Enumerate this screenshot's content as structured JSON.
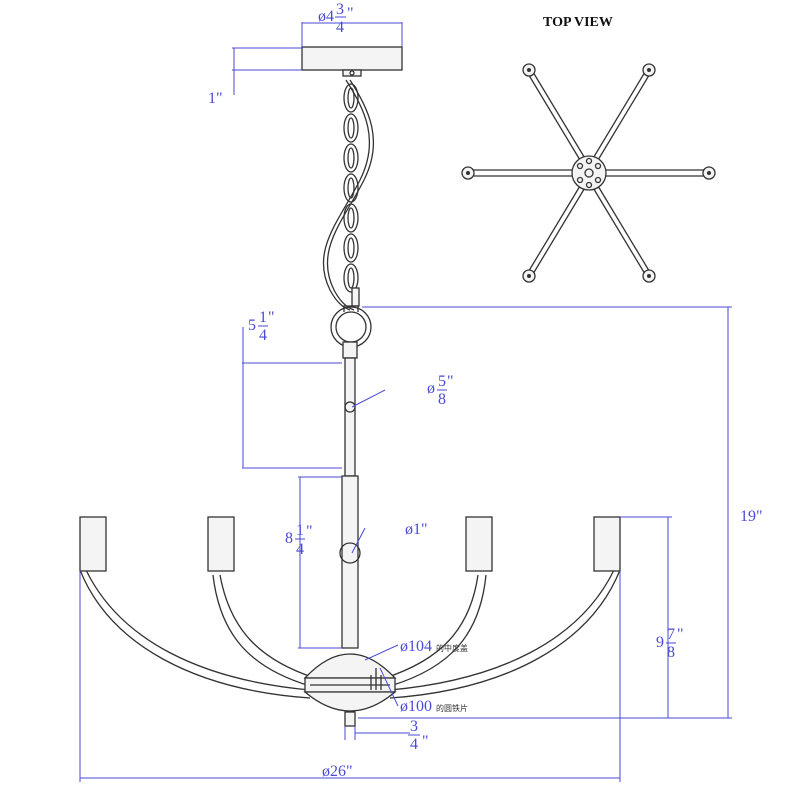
{
  "title": "TOP VIEW",
  "dimensions": {
    "canopy_diameter": {
      "whole": "ø4",
      "num": "3",
      "den": "4",
      "unit": "\""
    },
    "canopy_height": "1\"",
    "chain_rod_length": {
      "whole": "5",
      "num": "1",
      "den": "4",
      "unit": "\""
    },
    "rod_diameter": {
      "whole": "ø",
      "num": "5",
      "den": "8",
      "unit": "\""
    },
    "body_diameter": "ø1\"",
    "lower_rod_length": {
      "whole": "8",
      "num": "1",
      "den": "4",
      "unit": "\""
    },
    "total_height": "19\"",
    "arm_height": {
      "whole": "9",
      "num": "7",
      "den": "8",
      "unit": "\""
    },
    "hub_cap_note": {
      "size": "ø104",
      "text": "的中度盖"
    },
    "hub_plate_note": {
      "size": "ø100",
      "text": "的圆铁片"
    },
    "finial_width": {
      "num": "3",
      "den": "4",
      "unit": "\""
    },
    "overall_width": "ø26\""
  }
}
